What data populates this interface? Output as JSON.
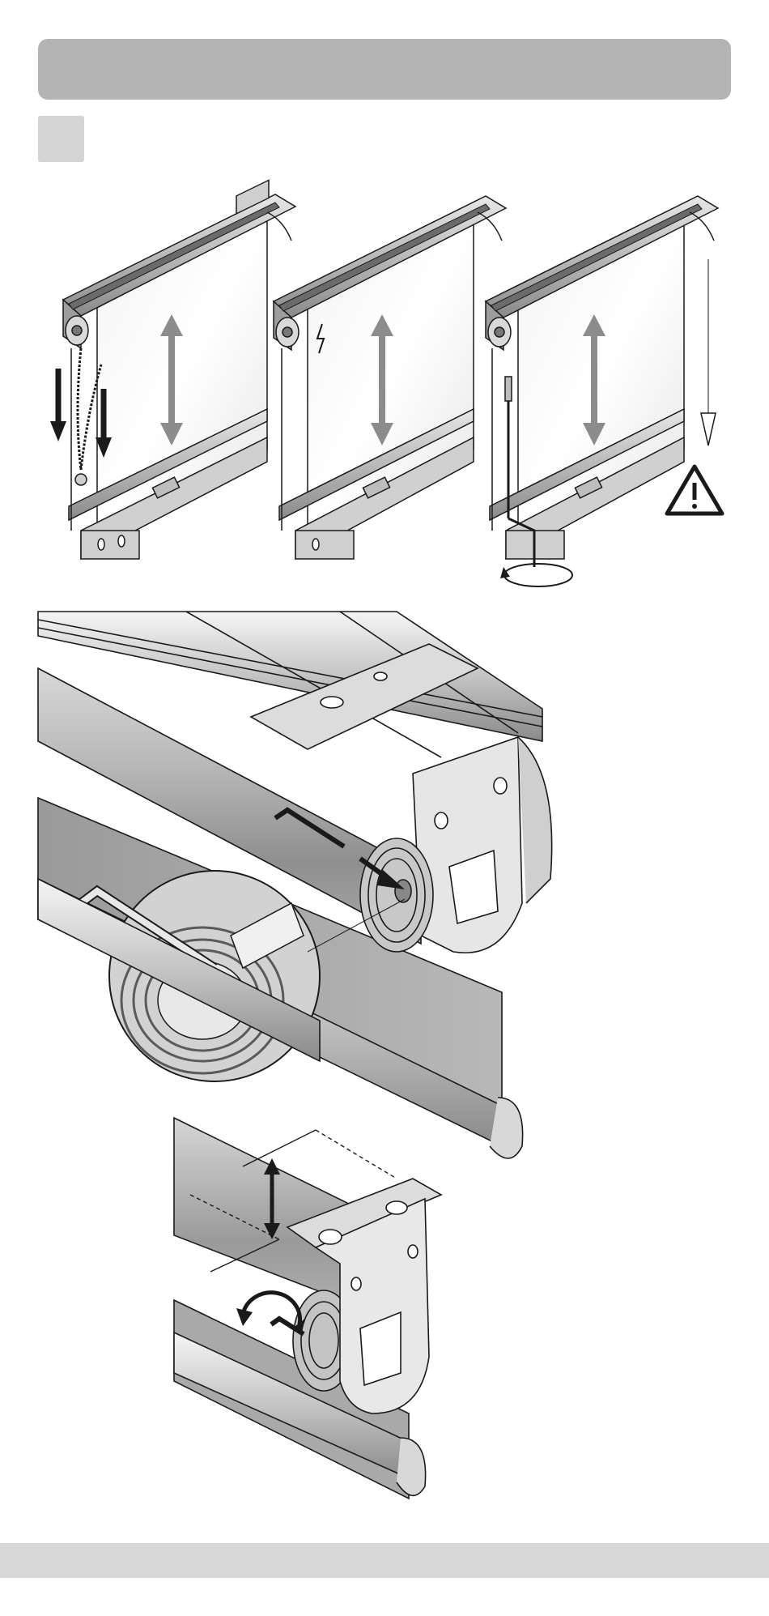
{
  "page": {
    "header_text": "",
    "step_number": "",
    "footer_text": ""
  },
  "illustrations": {
    "top_row": [
      {
        "operation": "chain"
      },
      {
        "operation": "motor"
      },
      {
        "operation": "crank"
      }
    ],
    "warning_icon": "warning-triangle-icon",
    "detail_views": [
      "hex-key-adjustment-detail",
      "height-adjustment-detail"
    ]
  },
  "colors": {
    "header_bar": "#b4b4b4",
    "step_box": "#d4d4d4",
    "footer_bar": "#d7d7d7",
    "arrow_grey": "#8c8c8c",
    "line_black": "#1a1a1a"
  }
}
